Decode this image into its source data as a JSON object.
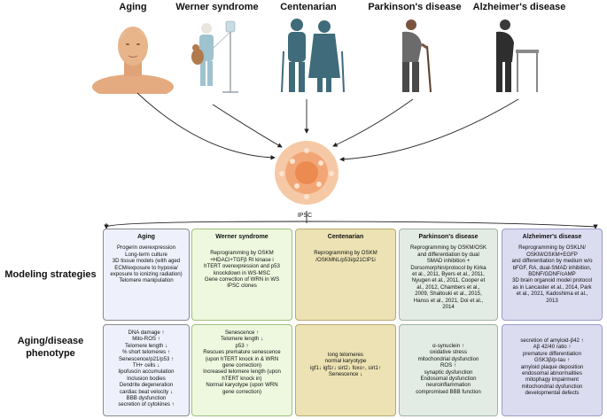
{
  "columns": [
    {
      "title": "Aging"
    },
    {
      "title": "Werner syndrome"
    },
    {
      "title": "Centenarian"
    },
    {
      "title": "Parkinson's disease"
    },
    {
      "title": "Alzheimer's disease"
    }
  ],
  "center_label": "IPSC",
  "row_labels": {
    "modeling": "Modeling strategies",
    "phenotype_line1": "Aging/disease",
    "phenotype_line2": "phenotype"
  },
  "modeling": {
    "aging": {
      "header": "Aging",
      "lines": [
        "Progerin overexpression",
        "Long-term culture",
        "3D tissue models (with aged",
        "ECM/exposure to hypoxia/",
        "exposure to ionizing radiation)",
        "Telomere manipulation"
      ]
    },
    "werner": {
      "header": "Werner syndrome",
      "lines": [
        "Reprogramming by OSKM",
        "+HDACi+TGFβ RI kinase i",
        "hTERT overexpression and p53",
        "knockdown in WS-MSC",
        "Gene correction of WRN in WS",
        "IPSC clones"
      ]
    },
    "centenarian": {
      "header": "Centenarian",
      "lines": [
        "Reprogramming by OSKM",
        "/OSKMNL/p53i/p21CIP1i"
      ]
    },
    "parkinson": {
      "header": "Parkinson's disease",
      "lines": [
        "Reprogramming by OSKM/OSK",
        "and differentiation by dual",
        "SMAD inhibition +",
        "Dorsomorphin/protocol by Kirka",
        "et al., 2011, Byers et al., 2011,",
        "Nyugen et al., 2011, Cooper et",
        "al., 2012, Chambers et al.,",
        "2009, Shaltouki et al., 2015,",
        "Hanss et al., 2021, Doi et al.,",
        "2014"
      ]
    },
    "alzheimer": {
      "header": "Alzheimer's disease",
      "lines": [
        "Reprogramming by OSKLN/",
        "OSKM/OSKM+EGFP",
        "and differentiation by medium w/o",
        "bFGF, RA, dual-SMAD inhibition,",
        "BDNF/GDNF/cAMP",
        "3D brain organoid model protocol",
        "as in Lancaster et al., 2014, Park",
        "et al., 2021, Kadoshima et al.,",
        "2013"
      ]
    }
  },
  "phenotype": {
    "aging": [
      "DNA damage ↑",
      "Mito-ROS ↑",
      "Telomere length ↓",
      "% short telomeres ↑",
      "Senescence/p21/p53 ↑",
      "TH+ cells ↓",
      "lipofuscin accumulation",
      "Inclusion bodies",
      "Dendrite degeneration",
      "cardiac beat velocity ↓",
      "BBB dysfunction",
      "secretion of cytokines ↑"
    ],
    "werner": [
      "Senescence ↑",
      "Telomere length ↓",
      "p53 ↑",
      "Rescues premature senescence",
      "(upon hTERT knock in & WRN",
      "gene correction)",
      "Increased telomere length (upon",
      "hTERT knock in)",
      "Normal karyotype (upon WRN",
      "gene correction)"
    ],
    "centenarian": [
      "long telomeres",
      "normal karyotype",
      "igf1↓ igf1r↓ sirt2↓ foxo↑, sirt1↑",
      "Senescence ↓"
    ],
    "parkinson": [
      "α-synuclein ↑",
      "oxidative stress",
      "mitochondrial dysfunction",
      "ROS ↑",
      "synaptic dysfunction",
      "Endosomal dysfunction",
      "neuroinflammation",
      "compromised BBB function"
    ],
    "alzheimer": [
      "secretion of amyloid-β42 ↑",
      "Aβ 42/40 ratio ↑",
      "premature differentiation",
      "GSK3β/p-tau ↑",
      "amyloid plaque deposition",
      "endosomal abnormalities",
      "mitophagy impairment",
      "mitochondrial dysfunction",
      "developmental defects"
    ]
  },
  "colors": {
    "aging": "#eef1fb",
    "werner": "#eef8df",
    "centenarian": "#ece2b3",
    "parkinson": "#e3ece4",
    "alzheimer": "#dcdcf1",
    "skin": "#e8b48a",
    "blue_figure": "#3f6b7a"
  }
}
